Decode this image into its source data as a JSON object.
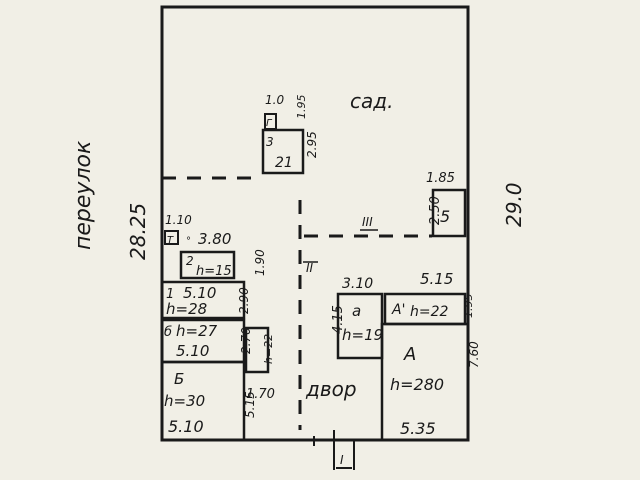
{
  "labels": {
    "garden": "сад.",
    "lane": "переулок",
    "lane_length": "28.25",
    "right_length": "29.0",
    "yard": "двор",
    "gate": "I",
    "fence_ii": "II",
    "fence_iii": "III"
  },
  "structures": {
    "outbuilding_3": {
      "num": "3",
      "area": "21",
      "w": "1.0",
      "w2": "1.95",
      "d": "2.95",
      "mark": "Г"
    },
    "shed_5": {
      "num": "5",
      "w": "1.85",
      "d": "2.50"
    },
    "toilet": {
      "mark": "Т",
      "w": "1.10",
      "len": "3.80"
    },
    "block_2": {
      "name": "2",
      "h": "h=15",
      "d": "1.90"
    },
    "block_1": {
      "name": "1",
      "w": "5.10",
      "h": "h=28",
      "d": "2.90"
    },
    "block_b_small": {
      "name": "б",
      "h": "h=27",
      "w": "5.10",
      "d": "2.70"
    },
    "block_b": {
      "name": "Б",
      "h": "h=30",
      "w": "5.10",
      "d": "5.15"
    },
    "block_side": {
      "h": "h=22",
      "w": "1.70"
    },
    "porch_a_small": {
      "name": "а",
      "h": "h=19",
      "w": "3.10",
      "d": "4.15"
    },
    "house_a_prime": {
      "name": "А'",
      "h": "h=22",
      "w": "5.15",
      "d": "1.95"
    },
    "house_a": {
      "name": "А",
      "h": "h=280",
      "w": "5.35",
      "d": "7.60"
    }
  }
}
